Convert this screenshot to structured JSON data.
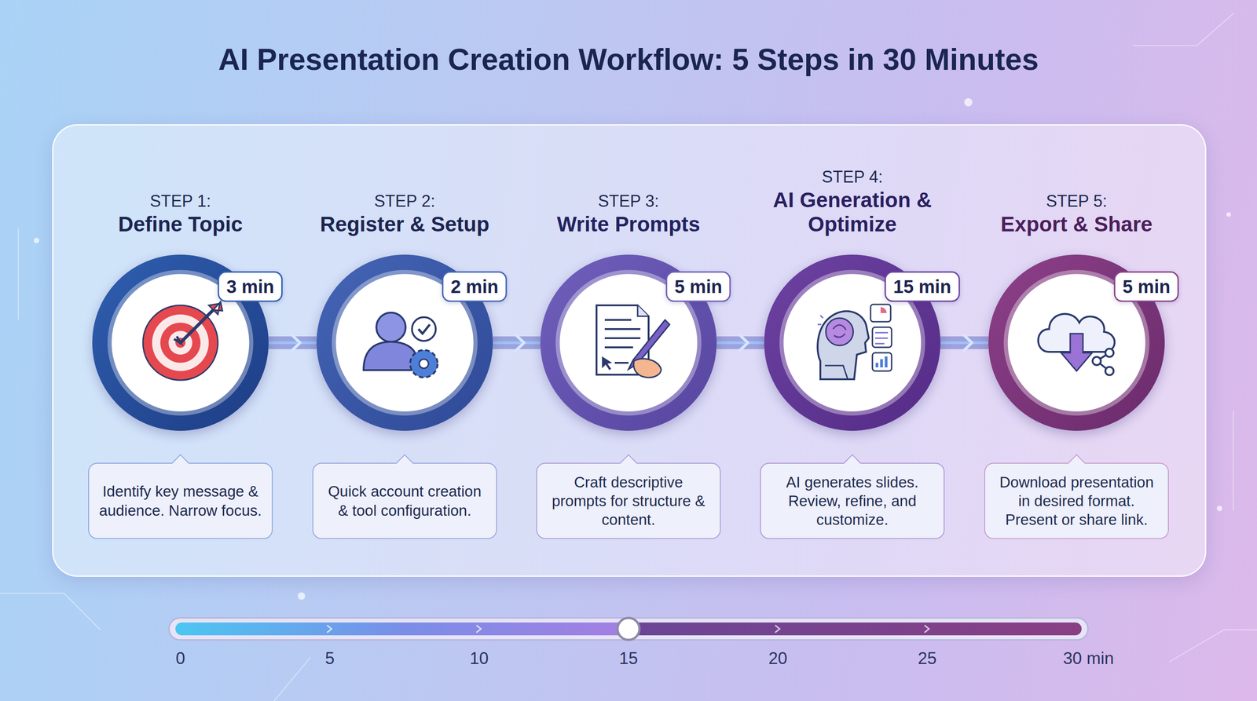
{
  "diagram": {
    "title": "AI Presentation Creation Workflow: 5 Steps in 30 Minutes",
    "nodes": [
      {
        "text": [
          "STEP 1:",
          "Define Topic"
        ]
      },
      {
        "text": [
          "3 min"
        ],
        "in": 0
      },
      {
        "text": [
          "Identify key message & audience. Narrow focus."
        ]
      },
      {
        "text": [
          "STEP 2:",
          "Register & Setup"
        ]
      },
      {
        "text": [
          "2 min"
        ],
        "in": 3
      },
      {
        "text": [
          "Quick account creation & tool configuration."
        ]
      },
      {
        "text": [
          "STEP 3:",
          "Write Prompts"
        ]
      },
      {
        "text": [
          "5 min"
        ],
        "in": 6
      },
      {
        "text": [
          "Craft descriptive prompts for structure & content."
        ]
      },
      {
        "text": [
          "STEP 4:",
          "AI Generation & Optimize"
        ]
      },
      {
        "text": [
          "15 min"
        ],
        "in": 9
      },
      {
        "text": [
          "AI generates slides. Review, refine, and customize."
        ]
      },
      {
        "text": [
          "STEP 5:",
          "Export & Share"
        ]
      },
      {
        "text": [
          "5 min"
        ],
        "in": 12
      },
      {
        "text": [
          "Download presentation in desired format. Present or share link."
        ]
      }
    ],
    "edges": [
      {
        "from": 0,
        "to": 3,
        "arrow": "to"
      },
      {
        "from": 3,
        "to": 6,
        "arrow": "to"
      },
      {
        "from": 6,
        "to": 9,
        "arrow": "to"
      },
      {
        "from": 9,
        "to": 12,
        "arrow": "to"
      }
    ],
    "labels": [
      "0",
      "5",
      "10",
      "15",
      "20",
      "25",
      "30 min"
    ]
  }
}
